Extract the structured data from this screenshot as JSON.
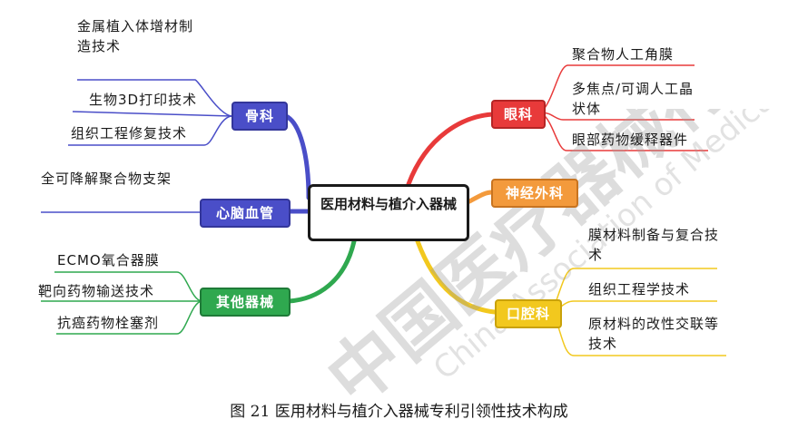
{
  "center": "医用材料与植介入器械",
  "branches": {
    "orthopedics": {
      "label": "骨科",
      "color": "#4a4ec8",
      "items": [
        "金属植入体增材制造技术",
        "生物3D打印技术",
        "组织工程修复技术"
      ]
    },
    "cardio": {
      "label": "心脑血管",
      "color": "#4a4ec8",
      "items": [
        "全可降解聚合物支架"
      ]
    },
    "other": {
      "label": "其他器械",
      "color": "#2fa84f",
      "items": [
        "ECMO氧合器膜",
        "靶向药物输送技术",
        "抗癌药物栓塞剂"
      ]
    },
    "ophthalmology": {
      "label": "眼科",
      "color": "#e83a3a",
      "items": [
        "聚合物人工角膜",
        "多焦点/可调人工晶状体",
        "眼部药物缓释器件"
      ]
    },
    "neuro": {
      "label": "神经外科",
      "color": "#f39a3c",
      "items": []
    },
    "oral": {
      "label": "口腔科",
      "color": "#f2c81e",
      "items": [
        "膜材料制备与复合技术",
        "组织工程学技术",
        "原材料的改性交联等技术"
      ]
    }
  },
  "watermark": {
    "cn": "中国医疗器械行业协会",
    "en": "China Association of Medical Devices"
  },
  "caption": "图 21 医用材料与植介入器械专利引领性技术构成"
}
